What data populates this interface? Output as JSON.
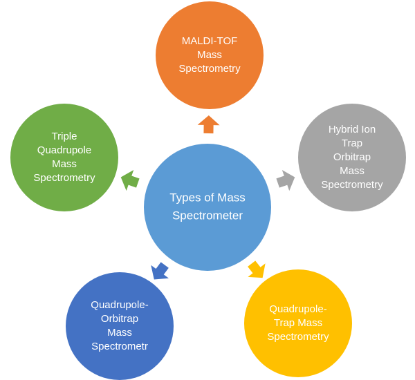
{
  "center": {
    "lines": [
      "Types of Mass",
      "Spectrometer"
    ],
    "color": "#5B9BD5",
    "border": "#ffffff"
  },
  "nodes": [
    {
      "id": "maldi-tof",
      "lines": [
        "MALDI-TOF",
        "Mass",
        "Spectrometry"
      ],
      "color": "#ED7D31"
    },
    {
      "id": "hybrid-ion-trap-orbitrap",
      "lines": [
        "Hybrid Ion",
        "Trap",
        "Orbitrap",
        "Mass",
        "Spectrometry"
      ],
      "color": "#A5A5A5"
    },
    {
      "id": "quadrupole-trap",
      "lines": [
        "Quadrupole-",
        "Trap Mass",
        "Spectrometry"
      ],
      "color": "#FFC000"
    },
    {
      "id": "quadrupole-orbitrap",
      "lines": [
        "Quadrupole-",
        "Orbitrap",
        "Mass",
        "Spectrometr"
      ],
      "color": "#4472C4"
    },
    {
      "id": "triple-quadrupole",
      "lines": [
        "Triple",
        "Quadrupole",
        "Mass",
        "Spectrometry"
      ],
      "color": "#70AD47"
    }
  ]
}
